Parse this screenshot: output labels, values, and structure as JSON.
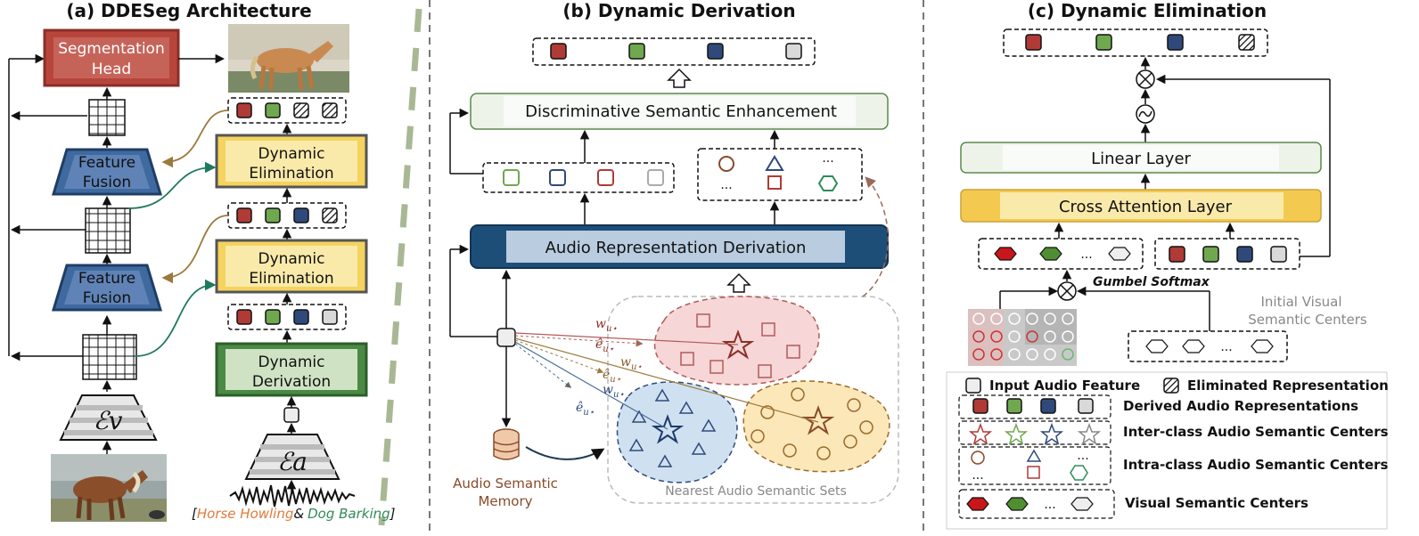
{
  "panels": {
    "a_title": "(a) DDESeg Architecture",
    "b_title": "(b) Dynamic Derivation",
    "c_title": "(c) Dynamic Elimination"
  },
  "panel_a": {
    "segmentation_head": [
      "Segmentation",
      "Head"
    ],
    "feature_fusion": [
      "Feature",
      "Fusion"
    ],
    "dynamic_elimination": [
      "Dynamic",
      "Elimination"
    ],
    "dynamic_derivation": [
      "Dynamic",
      "Derivation"
    ],
    "visual_encoder": "ℰv",
    "audio_encoder": "ℰa",
    "audio_caption_open": "[",
    "audio_caption_horse": "Horse Howling",
    "audio_caption_amp": "&",
    "audio_caption_dog": "Dog Barking",
    "audio_caption_close": "]",
    "colors": {
      "horse": "#e07b39",
      "dog": "#2e8b57"
    }
  },
  "panel_b": {
    "dse_label": "Discriminative Semantic Enhancement",
    "ard_label": "Audio Representation Derivation",
    "memory_label": [
      "Audio Semantic",
      "Memory"
    ],
    "nearest_label": "Nearest Audio Semantic Sets",
    "ellipsis": "...",
    "math_w": "w",
    "math_e": "ê",
    "math_sub": "u⋆"
  },
  "panel_c": {
    "linear_layer": "Linear Layer",
    "cross_attention": "Cross Attention Layer",
    "gumbel": "Gumbel Softmax",
    "initial_visual": [
      "Initial Visual",
      "Semantic Centers"
    ],
    "ellipsis": "..."
  },
  "legend": {
    "input_audio": "Input Audio Feature",
    "eliminated": "Eliminated Representation",
    "derived": "Derived Audio Representations",
    "inter_class": "Inter-class Audio Semantic Centers",
    "intra_class": "Intra-class Audio Semantic Centers",
    "visual_centers": "Visual Semantic Centers",
    "ellipsis": "..."
  },
  "colors": {
    "red": "#b03a35",
    "green": "#6fa84f",
    "blue": "#2f4a7a",
    "grey": "#d9d9d9",
    "brown": "#8a4a2a",
    "yellow": "#f4d35e",
    "dark_navy": "#1d4e78"
  }
}
